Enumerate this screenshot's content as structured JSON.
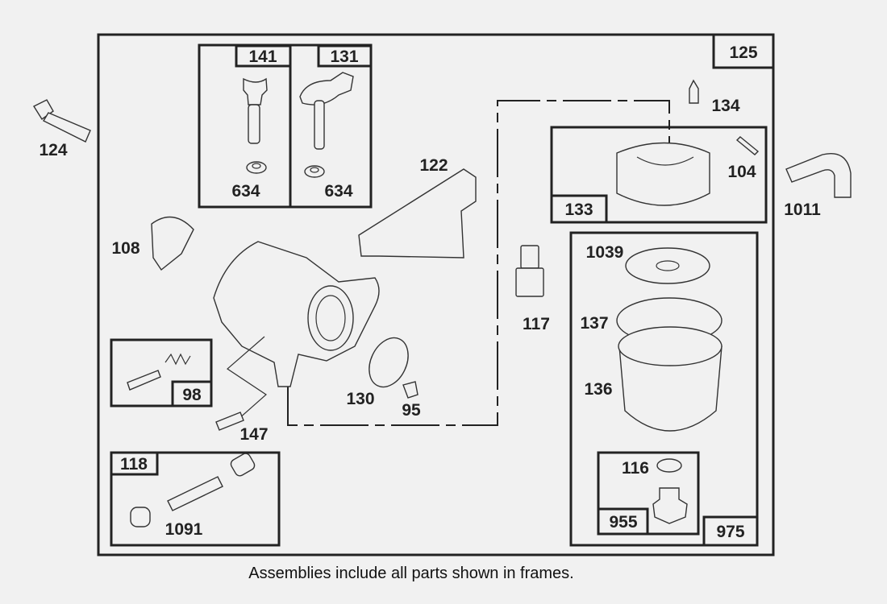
{
  "diagram": {
    "caption": "Assemblies include all parts shown in frames.",
    "assembly_labels": {
      "a125": "125",
      "a141": "141",
      "a131": "131",
      "a133": "133",
      "a975": "975",
      "a955": "955",
      "a98": "98",
      "a118": "118"
    },
    "part_labels": {
      "p124": "124",
      "p634a": "634",
      "p634b": "634",
      "p122": "122",
      "p134": "134",
      "p104": "104",
      "p1011": "1011",
      "p108": "108",
      "p1039": "1039",
      "p117": "117",
      "p137": "137",
      "p136": "136",
      "p130": "130",
      "p95": "95",
      "p147": "147",
      "p116": "116",
      "p1091": "1091"
    }
  }
}
